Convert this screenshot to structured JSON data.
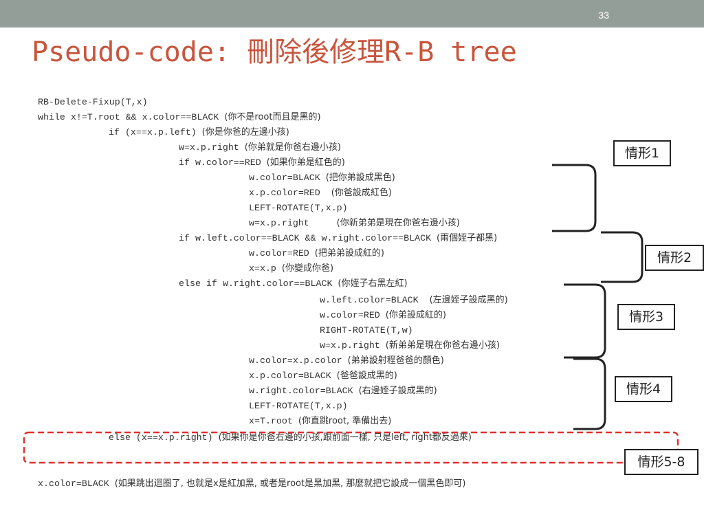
{
  "slide": {
    "page_number": "33",
    "title": "Pseudo-code: 刪除後修理R-B tree"
  },
  "code": [
    {
      "code": "RB-Delete-Fixup(T,x)",
      "comment": ""
    },
    {
      "code": "while x!=T.root && x.color==BLACK ",
      "comment": "(你不是root而且是黑的)"
    },
    {
      "code": "if (x==x.p.left) ",
      "comment": "(你是你爸的左邊小孩)"
    },
    {
      "code": "w=x.p.right ",
      "comment": "(你弟就是你爸右邊小孩)"
    },
    {
      "code": "if w.color==RED ",
      "comment": "(如果你弟是紅色的)"
    },
    {
      "code": "w.color=BLACK ",
      "comment": "(把你弟設成黑色)"
    },
    {
      "code": "x.p.color=RED  ",
      "comment": "(你爸設成紅色)"
    },
    {
      "code": "LEFT-ROTATE(T,x.p)",
      "comment": ""
    },
    {
      "code": "w=x.p.right     ",
      "comment": "(你新弟弟是現在你爸右邊小孩)"
    },
    {
      "code": "if w.left.color==BLACK && w.right.color==BLACK ",
      "comment": "(兩個姪子都黑)"
    },
    {
      "code": "w.color=RED ",
      "comment": "(把弟弟設成紅的)"
    },
    {
      "code": "x=x.p ",
      "comment": "(你變成你爸)"
    },
    {
      "code": "else if w.right.color==BLACK ",
      "comment": "(你姪子右黑左紅)"
    },
    {
      "code": "w.left.color=BLACK  ",
      "comment": "(左邊姪子設成黑的)"
    },
    {
      "code": "w.color=RED ",
      "comment": "(你弟設成紅的)"
    },
    {
      "code": "RIGHT-ROTATE(T,w)",
      "comment": ""
    },
    {
      "code": "w=x.p.right ",
      "comment": "(新弟弟是現在你爸右邊小孩)"
    },
    {
      "code": "w.color=x.p.color ",
      "comment": "(弟弟設射程爸爸的顏色)"
    },
    {
      "code": "x.p.color=BLACK ",
      "comment": "(爸爸設成黑的)"
    },
    {
      "code": "w.right.color=BLACK ",
      "comment": "(右邊姪子設成黑的)"
    },
    {
      "code": "LEFT-ROTATE(T,x.p)",
      "comment": ""
    },
    {
      "code": "x=T.root ",
      "comment": "(你直跳root, 準備出去)"
    },
    {
      "code": "else (x==x.p.right) ",
      "comment": "(如果你是你爸右邊的小孩,跟前面一樣, 只是left, right都反過來)"
    },
    {
      "code": "x.color=BLACK ",
      "comment": "(如果跳出迴圈了, 也就是x是紅加黑, 或者是root是黑加黑, 那麼就把它設成一個黑色即可)"
    }
  ],
  "case_labels": [
    "情形1",
    "情形2",
    "情形3",
    "情形4",
    "情形5-8"
  ],
  "colors": {
    "top_bar": "#939e98",
    "title": "#c8553d",
    "dashed_box": "#e03030",
    "bracket": "#222222"
  }
}
